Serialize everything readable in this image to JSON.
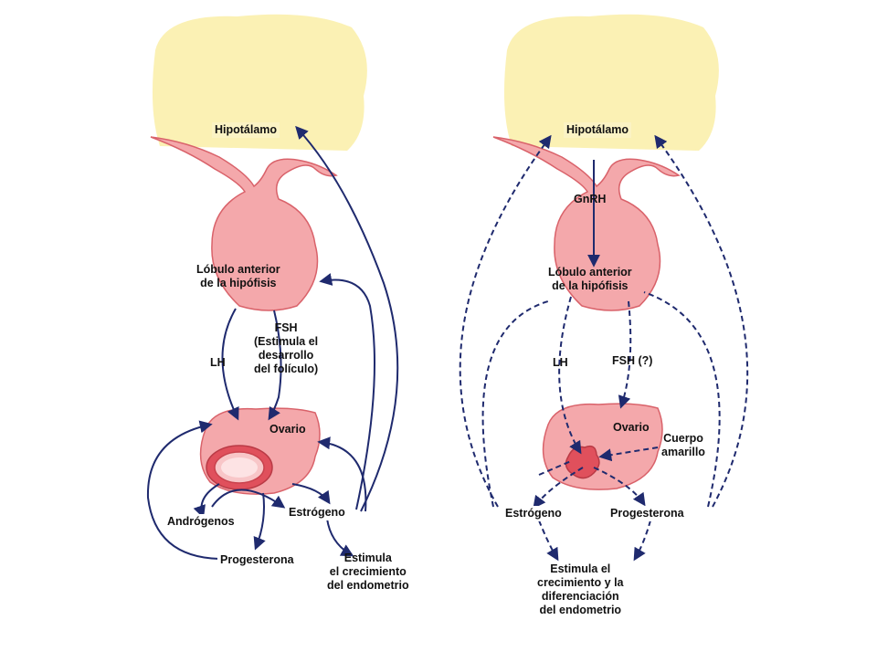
{
  "colors": {
    "hypothalamus": "#fbf1b4",
    "tissue": "#f4a8ab",
    "tissue_edge": "#d9626a",
    "arrow": "#1f2a6e",
    "follicle": "#e0505c"
  },
  "left": {
    "hypothalamus": "Hipotálamo",
    "pituitary_line1": "Lóbulo anterior",
    "pituitary_line2": "de la hipófisis",
    "fsh_line1": "FSH",
    "fsh_line2": "(Estimula el",
    "fsh_line3": "desarrollo",
    "fsh_line4": "del folículo)",
    "lh": "LH",
    "ovary": "Ovario",
    "androgens": "Andrógenos",
    "estrogen": "Estrógeno",
    "progesterone": "Progesterona",
    "effect_line1": "Estimula",
    "effect_line2": "el crecimiento",
    "effect_line3": "del endometrio"
  },
  "right": {
    "hypothalamus": "Hipotálamo",
    "gnrh": "GnRH",
    "pituitary_line1": "Lóbulo anterior",
    "pituitary_line2": "de la hipófisis",
    "lh": "LH",
    "fsh": "FSH (?)",
    "ovary": "Ovario",
    "corpus_line1": "Cuerpo",
    "corpus_line2": "amarillo",
    "estrogen": "Estrógeno",
    "progesterone": "Progesterona",
    "effect_line1": "Estimula el",
    "effect_line2": "crecimiento y la",
    "effect_line3": "diferenciación",
    "effect_line4": "del endometrio"
  }
}
